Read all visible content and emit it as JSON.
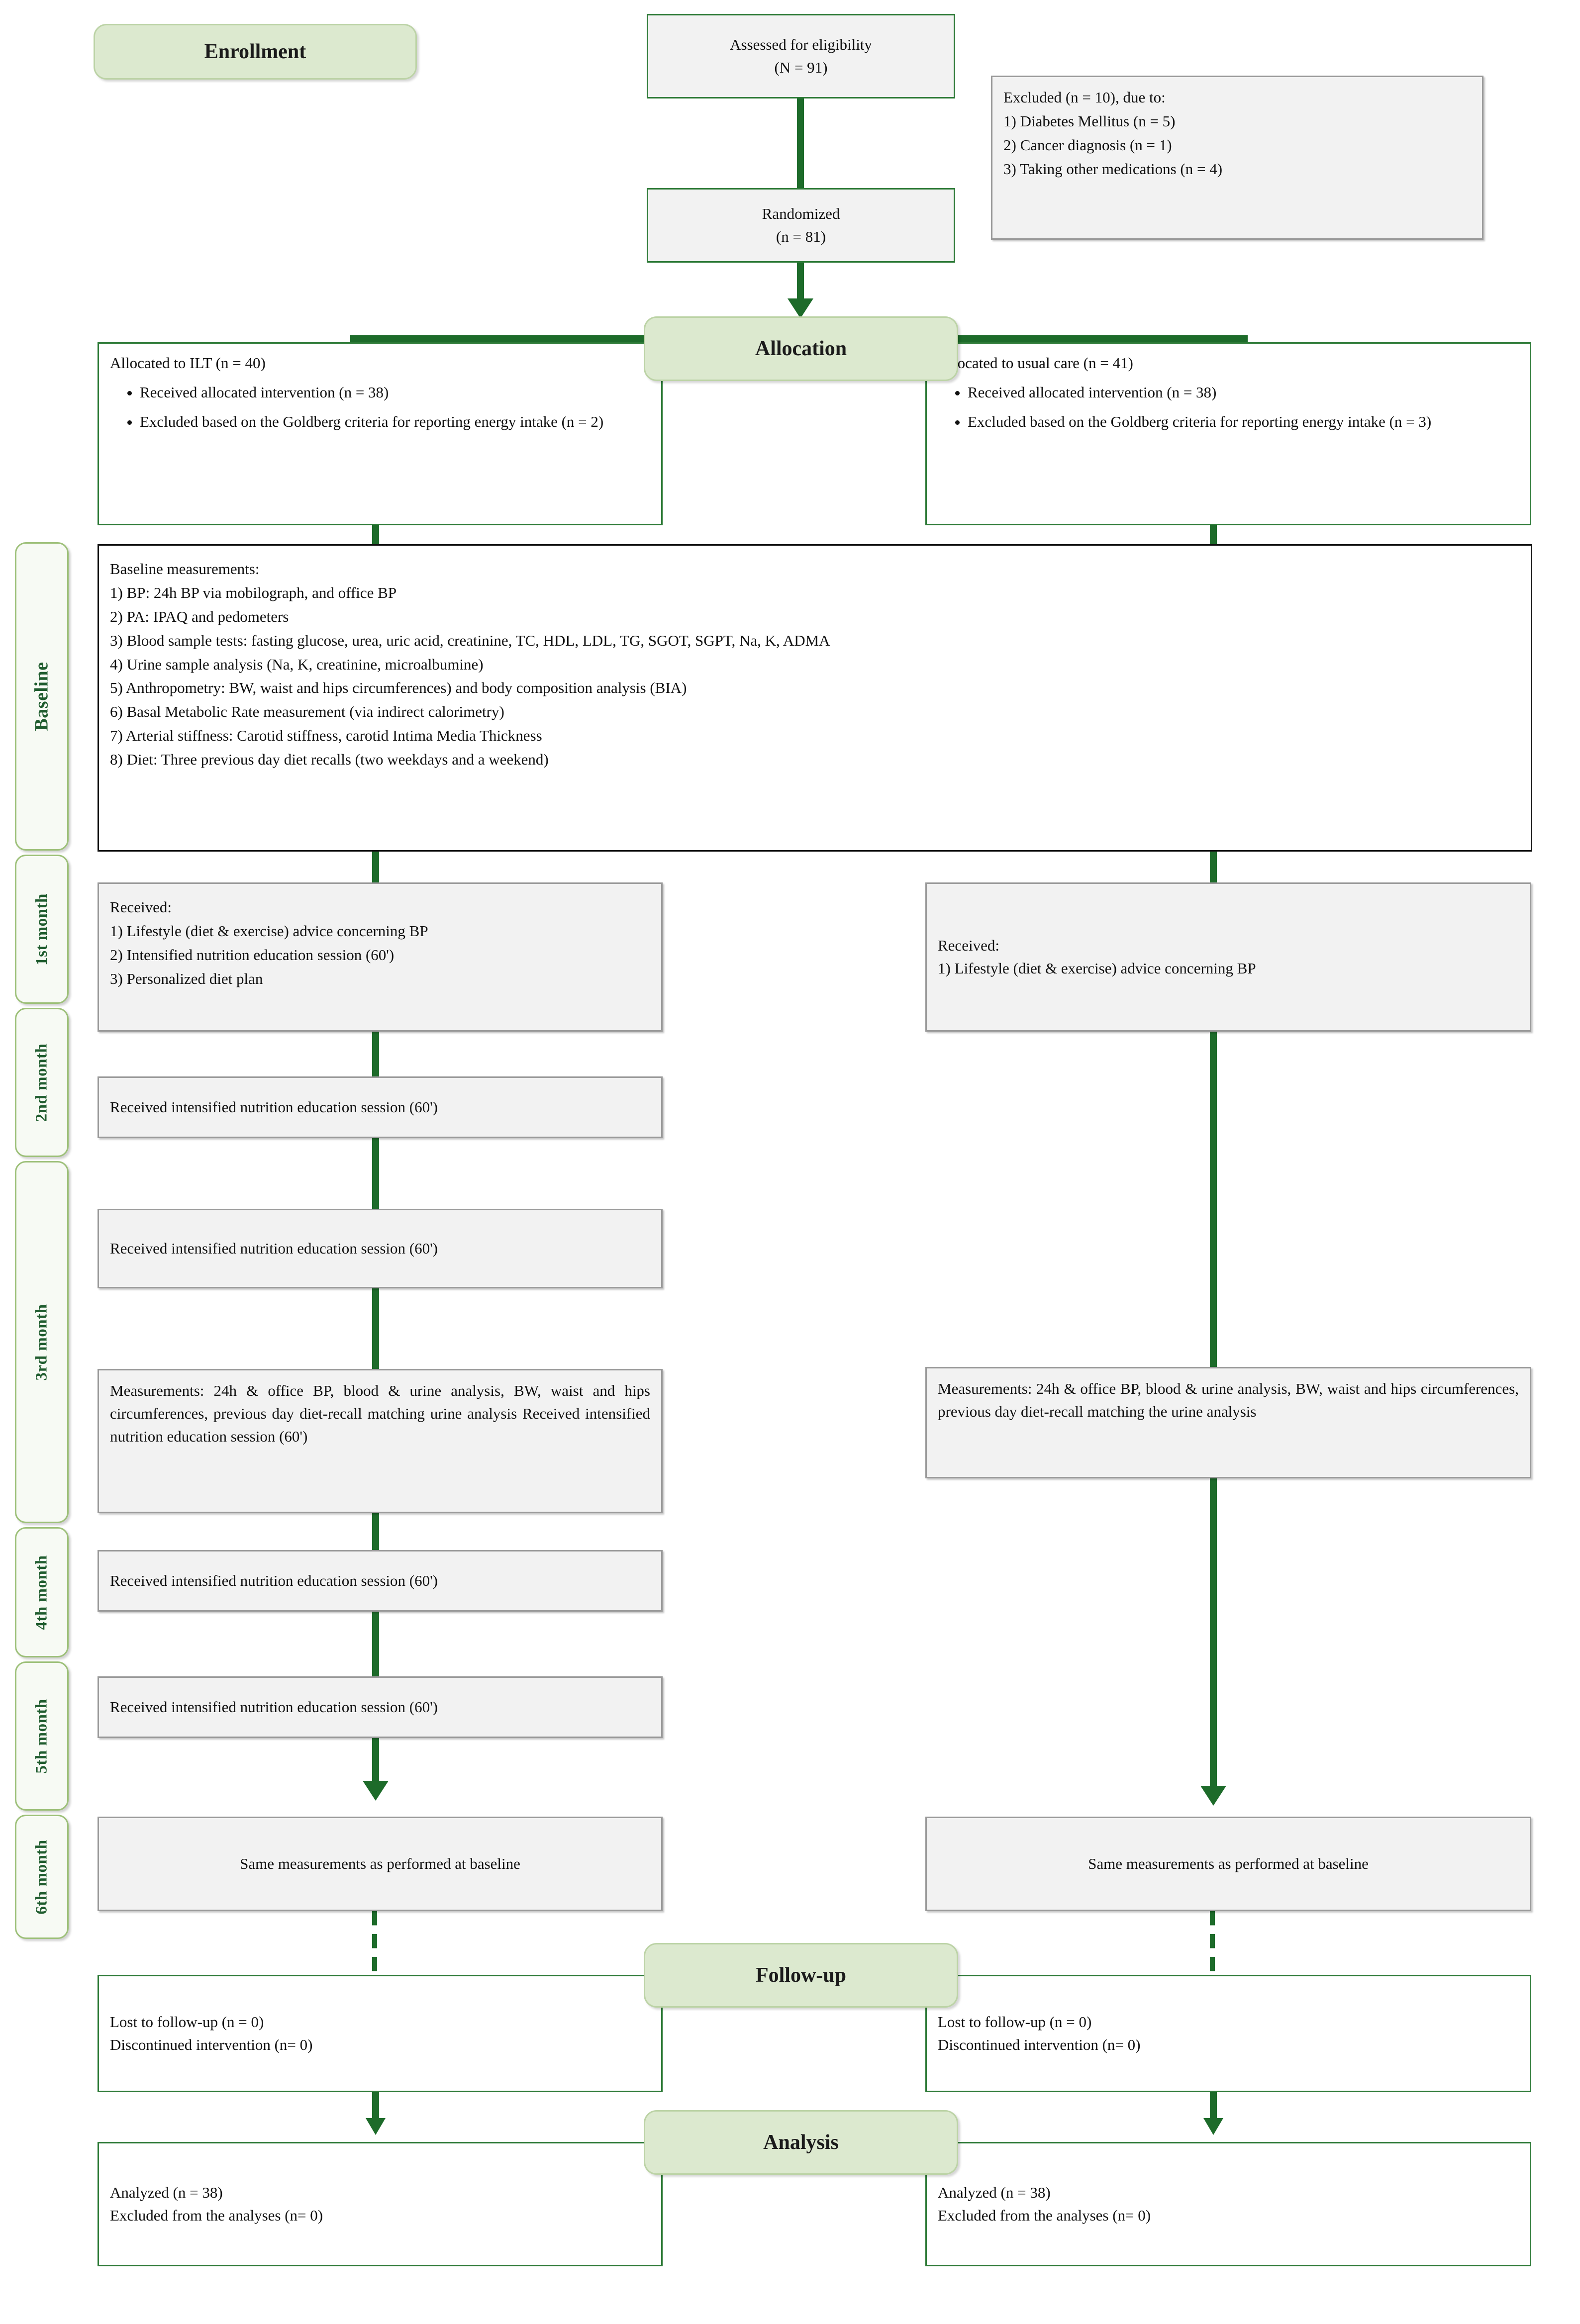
{
  "diagram": {
    "title": "CONSORT participant flow diagram",
    "accent_green": "#1d6b2a",
    "stage_fill": "#dce9cf",
    "box_fill": "#f2f2f2"
  },
  "stages": {
    "enrollment": "Enrollment",
    "allocation": "Allocation",
    "followup": "Follow-up",
    "analysis": "Analysis"
  },
  "timeline": [
    {
      "label": "Baseline"
    },
    {
      "label": "1st month"
    },
    {
      "label": "2nd month"
    },
    {
      "label": "3rd month"
    },
    {
      "label": "4th month"
    },
    {
      "label": "5th month"
    },
    {
      "label": "6th month"
    }
  ],
  "enrollment": {
    "assessed": {
      "line1": "Assessed for eligibility",
      "line2": "(N = 91)"
    },
    "randomized": {
      "line1": "Randomized",
      "line2": "(n = 81)"
    },
    "excluded": {
      "heading": "Excluded (n = 10), due to:",
      "reasons": [
        "1) Diabetes Mellitus (n = 5)",
        "2) Cancer diagnosis (n = 1)",
        "3) Taking other medications (n = 4)"
      ]
    }
  },
  "allocation": {
    "left": {
      "heading": "Allocated to ILT (n = 40)",
      "bullets": [
        "Received allocated intervention (n = 38)",
        "Excluded based on the Goldberg criteria for reporting energy intake (n = 2)"
      ]
    },
    "right": {
      "heading": "Allocated to usual care (n = 41)",
      "bullets": [
        "Received allocated intervention (n = 38)",
        "Excluded based on the Goldberg criteria for reporting energy intake (n = 3)"
      ]
    }
  },
  "baseline": {
    "heading": "Baseline measurements:",
    "items": [
      "1) BP: 24h BP via mobilograph, and office BP",
      "2) PA: IPAQ and pedometers",
      "3) Blood sample tests: fasting glucose, urea, uric acid, creatinine, TC, HDL, LDL, TG, SGOT, SGPT, Na, K, ADMA",
      "4) Urine sample analysis (Na, K, creatinine, microalbumine)",
      "5) Anthropometry: BW, waist and hips circumferences) and body composition analysis (BIA)",
      "6) Basal Metabolic Rate measurement (via indirect calorimetry)",
      "7) Arterial stiffness: Carotid stiffness, carotid Intima Media Thickness",
      "8) Diet: Three previous day diet recalls (two weekdays and a weekend)"
    ]
  },
  "baseline_received": {
    "left": {
      "heading": "Received:",
      "items": [
        "1) Lifestyle (diet & exercise) advice concerning BP",
        "2) Intensified nutrition education session (60')",
        "3) Personalized diet plan"
      ]
    },
    "right": {
      "heading": "Received:",
      "items": [
        "1) Lifestyle (diet & exercise) advice concerning BP"
      ]
    }
  },
  "months": {
    "m1_left": "Received intensified nutrition education session (60')",
    "m2_left": "Received intensified nutrition education session (60')",
    "m3_left": "Measurements: 24h & office BP, blood & urine analysis, BW, waist and hips circumferences, previous day diet-recall matching urine analysis Received intensified nutrition education session (60')",
    "m3_right": "Measurements: 24h & office BP, blood & urine analysis, BW, waist and hips circumferences, previous day diet-recall matching the urine analysis",
    "m4_left": "Received intensified nutrition education session (60')",
    "m5_left": "Received intensified nutrition education session (60')",
    "m6_left": "Same measurements as performed at baseline",
    "m6_right": "Same measurements as performed at baseline"
  },
  "followup": {
    "left": {
      "line1": "Lost to follow-up (n = 0)",
      "line2": "Discontinued intervention (n= 0)"
    },
    "right": {
      "line1": "Lost to follow-up (n = 0)",
      "line2": "Discontinued intervention (n= 0)"
    }
  },
  "analysis": {
    "left": {
      "line1": "Analyzed (n = 38)",
      "line2": "Excluded from the analyses (n= 0)"
    },
    "right": {
      "line1": "Analyzed (n = 38)",
      "line2": "Excluded from the analyses (n= 0)"
    }
  }
}
